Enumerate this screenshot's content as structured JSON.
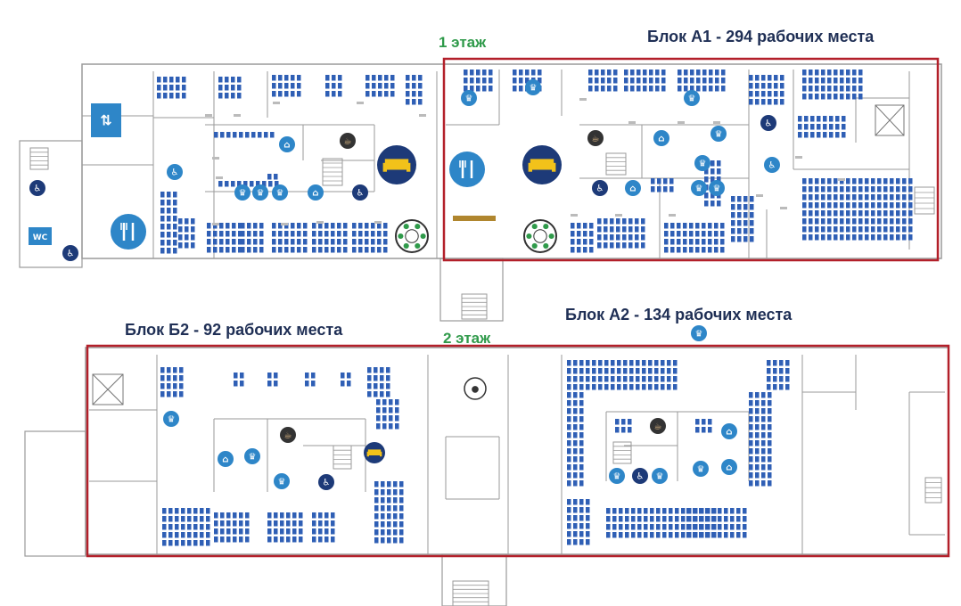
{
  "floors": {
    "floor1": "1 этаж",
    "floor2": "2 этаж"
  },
  "blocks": {
    "a1": "Блок А1 - 294 рабочих места",
    "b2": "Блок Б2 - 92 рабочих места",
    "a2": "Блок А2 - 134 рабочих места"
  },
  "room_labels": {
    "wc": "WC"
  },
  "colors": {
    "block_border": "#b3202a",
    "desk_blue": "#2f5fb5",
    "icon_blue": "#2e86c8",
    "icon_navy": "#1d3a78",
    "sofa_yellow": "#f2c21a",
    "floor_label": "#2f9a4a",
    "block_label": "#1f2f55",
    "wall": "#9a9a9a"
  },
  "icons": {
    "dining": "fork-knife-icon",
    "lounge": "sofa-icon",
    "meeting": "round-table-icon",
    "coffee": "coffee-icon",
    "wardrobe": "hanger-icon",
    "quiet_room": "crown-icon",
    "elevator": "elevator-icon",
    "wc": "wc-icon",
    "accessible": "wheelchair-icon",
    "game": "ping-pong-icon"
  }
}
